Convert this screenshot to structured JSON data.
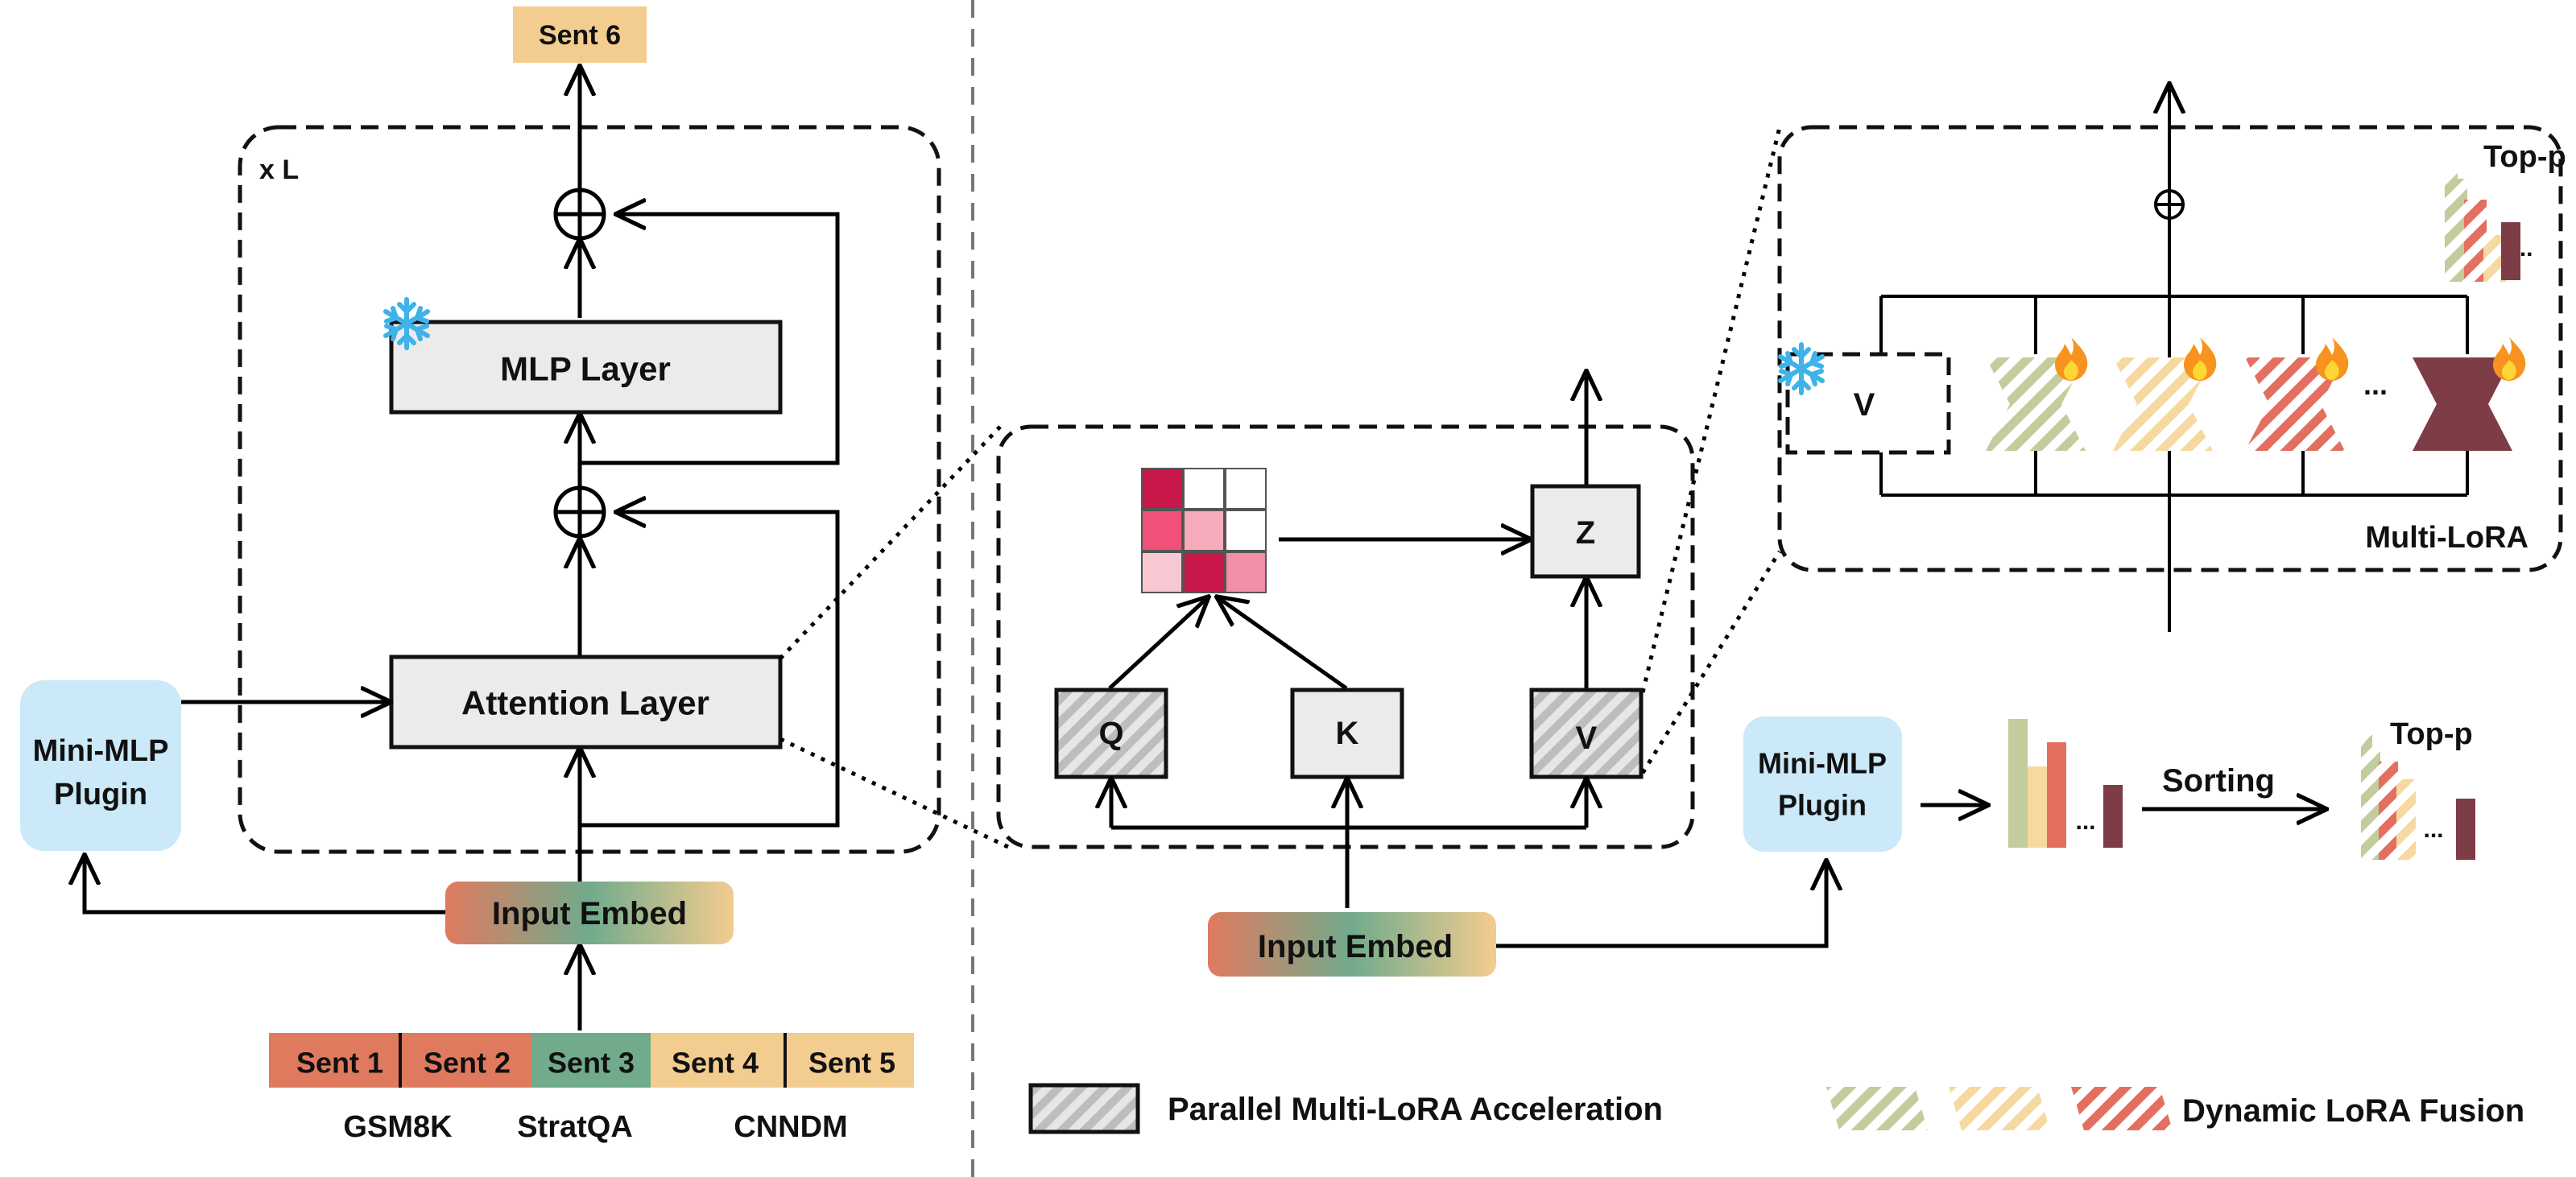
{
  "left_panel": {
    "output_label": "Sent 6",
    "repeat_label": "x L",
    "mlp_layer_label": "MLP Layer",
    "attention_layer_label": "Attention Layer",
    "mini_mlp_line1": "Mini-MLP",
    "mini_mlp_line2": "Plugin",
    "input_embed_label": "Input Embed",
    "sentences": [
      "Sent 1",
      "Sent 2",
      "Sent 3",
      "Sent 4",
      "Sent 5"
    ],
    "datasets": [
      "GSM8K",
      "StratQA",
      "CNNDM"
    ],
    "mlp_frozen_icon": "snowflake-icon"
  },
  "middle_panel": {
    "q_label": "Q",
    "k_label": "K",
    "v_label": "V",
    "z_label": "Z",
    "input_embed_label": "Input Embed",
    "attention_matrix_colors": [
      [
        "#C8184A",
        "#FFFFFF",
        "#FFFFFF"
      ],
      [
        "#F0507A",
        "#F6AABA",
        "#FFFFFF"
      ],
      [
        "#F8C8D2",
        "#C8184A",
        "#F08FA6"
      ]
    ]
  },
  "right_panel": {
    "v_label": "V",
    "ellipsis": "...",
    "top_p_label": "Top-p",
    "multi_lora_label": "Multi-LoRA",
    "v_frozen_icon": "snowflake-icon",
    "lora_trainable_icon": "fire-icon",
    "mini_mlp_line1": "Mini-MLP",
    "mini_mlp_line2": "Plugin",
    "sorting_label": "Sorting",
    "sorted_top_p_label": "Top-p",
    "lora_colors": [
      "#C2CC9C",
      "#F5D9A0",
      "#E36F60",
      "#7D3C46"
    ]
  },
  "legend": {
    "parallel_label": "Parallel Multi-LoRA Acceleration",
    "fusion_label": "Dynamic LoRA Fusion"
  },
  "colors": {
    "box_fill": "#EBEBEB",
    "plugin_fill": "#CBE9F8",
    "output_fill": "#F3CC8F",
    "sent_colors": [
      "#E07A5F",
      "#E07A5F",
      "#71AB8C",
      "#F3CC8F",
      "#F3CC8F"
    ],
    "embed_gradient": [
      "#E07A5F",
      "#71AB8C",
      "#F3CC8F"
    ],
    "snowflake": "#3FB2E8",
    "fire": "#F7931E"
  }
}
